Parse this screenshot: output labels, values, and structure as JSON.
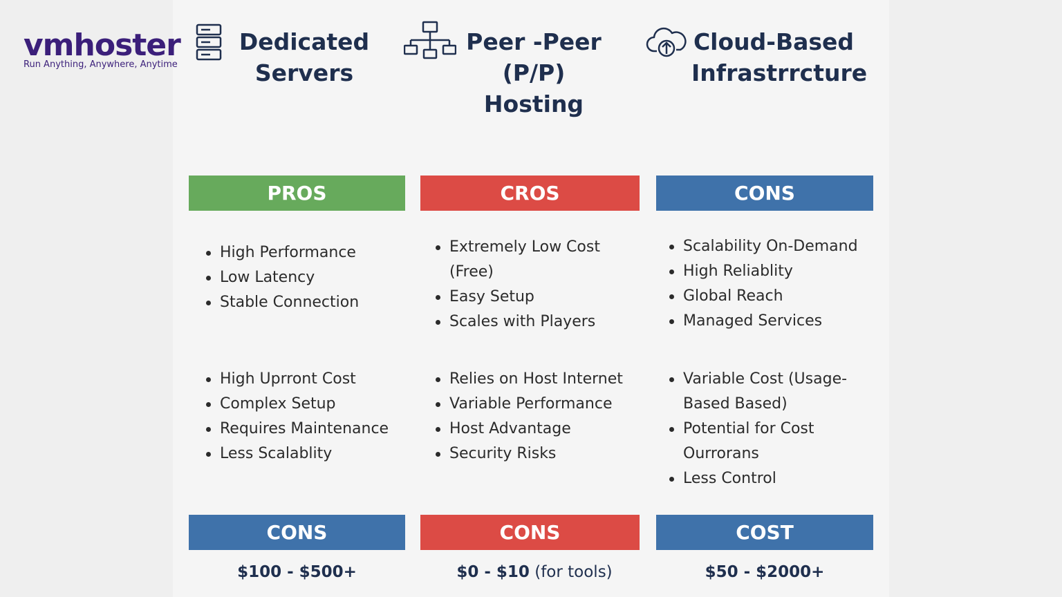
{
  "logo": {
    "word": "vmhoster",
    "tagline": "Run Anything, Anywhere, Anytime"
  },
  "columns": [
    {
      "icon": "server-icon",
      "title_lines": [
        "Dedicated",
        "Servers"
      ],
      "top_bar": "PROS",
      "top_bar_color": "#67aa5c",
      "pros": [
        "High Performance",
        "Low Latency",
        "Stable Connection"
      ],
      "cons": [
        "High Uprront Cost",
        "Complex Setup",
        "Requires Maintenance",
        "Less Scalablity"
      ],
      "bottom_bar": "CONS",
      "bottom_bar_color": "#3f72aa",
      "cost_bold": "$100 - $500+",
      "cost_extra": ""
    },
    {
      "icon": "network-icon",
      "title_lines": [
        "Peer -Peer",
        "(P/P)",
        "Hosting"
      ],
      "top_bar": "CROS",
      "top_bar_color": "#dc4b45",
      "pros": [
        "Extremely Low Cost (Free)",
        "Easy Setup",
        "Scales with Players"
      ],
      "cons": [
        "Relies on Host Internet",
        "Variable Performance",
        "Host Advantage",
        "Security Risks"
      ],
      "bottom_bar": "CONS",
      "bottom_bar_color": "#dc4b45",
      "cost_bold": "$0 - $10",
      "cost_extra": "(for tools)"
    },
    {
      "icon": "cloud-upload-icon",
      "title_lines": [
        "Cloud-Based",
        "Infrastrrcture"
      ],
      "top_bar": "CONS",
      "top_bar_color": "#3f72aa",
      "pros": [
        "Scalability On-Demand",
        "High Reliablity",
        "Global Reach",
        "Managed Services"
      ],
      "cons": [
        "Variable Cost (Usage-Based Based)",
        "Potential for Cost Ourrorans",
        "Less Control"
      ],
      "bottom_bar": "COST",
      "bottom_bar_color": "#3f72aa",
      "cost_bold": "$50 - $2000+",
      "cost_extra": ""
    }
  ]
}
